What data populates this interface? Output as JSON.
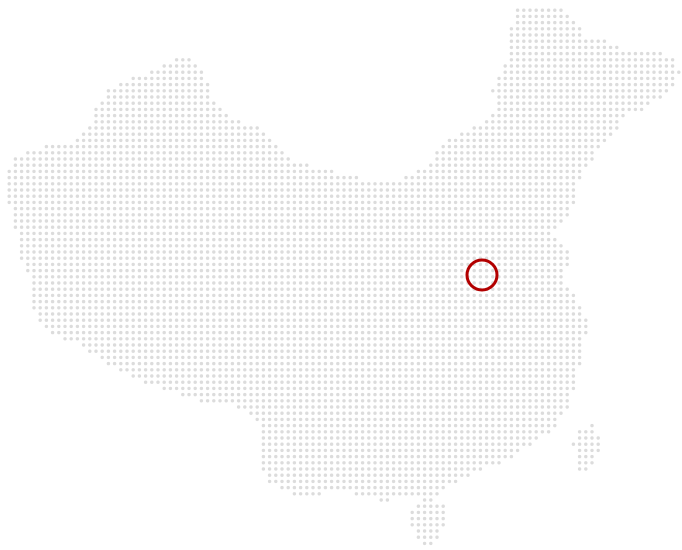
{
  "map": {
    "region": "China",
    "style": "dot-matrix",
    "dot_color": "#dcdcdc",
    "background_color": "#ffffff"
  },
  "marker": {
    "shape": "ring",
    "stroke_color": "#b20000",
    "fill": "none"
  }
}
